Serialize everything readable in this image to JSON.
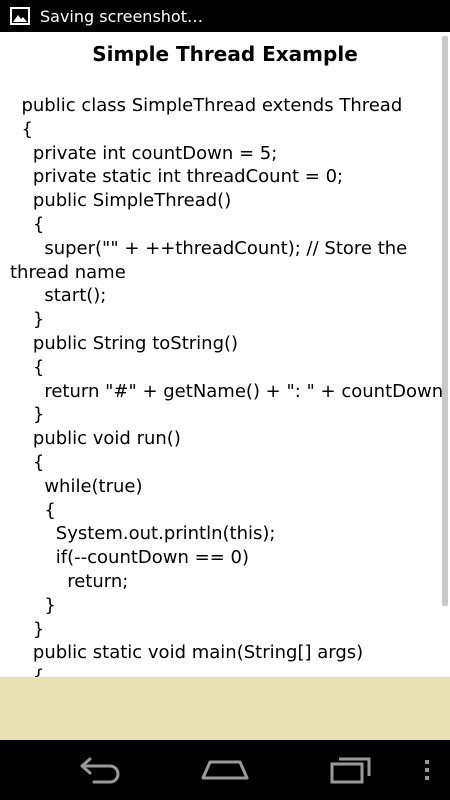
{
  "status_bar": {
    "notification_text": "Saving screenshot…"
  },
  "page": {
    "title": "Simple Thread Example",
    "code_lines": [
      "  public class SimpleThread extends Thread",
      "  {",
      "    private int countDown = 5;",
      "    private static int threadCount = 0;",
      "    public SimpleThread()",
      "    {",
      "      super(\"\" + ++threadCount); // Store the",
      "thread name",
      "      start();",
      "    }",
      "    public String toString()",
      "    {",
      "      return \"#\" + getName() + \": \" + countDown;",
      "    }",
      "    public void run()",
      "    {",
      "      while(true)",
      "      {",
      "        System.out.println(this);",
      "        if(--countDown == 0)",
      "          return;",
      "      }",
      "    }",
      "    public static void main(String[] args)",
      "    {"
    ]
  },
  "navigation": {
    "buttons": [
      "back",
      "home",
      "recent-apps",
      "menu"
    ]
  },
  "colors": {
    "status_bar_bg": "#000000",
    "content_bg": "#ffffff",
    "ad_area_bg": "#e8e1b3",
    "nav_bar_bg": "#000000"
  }
}
